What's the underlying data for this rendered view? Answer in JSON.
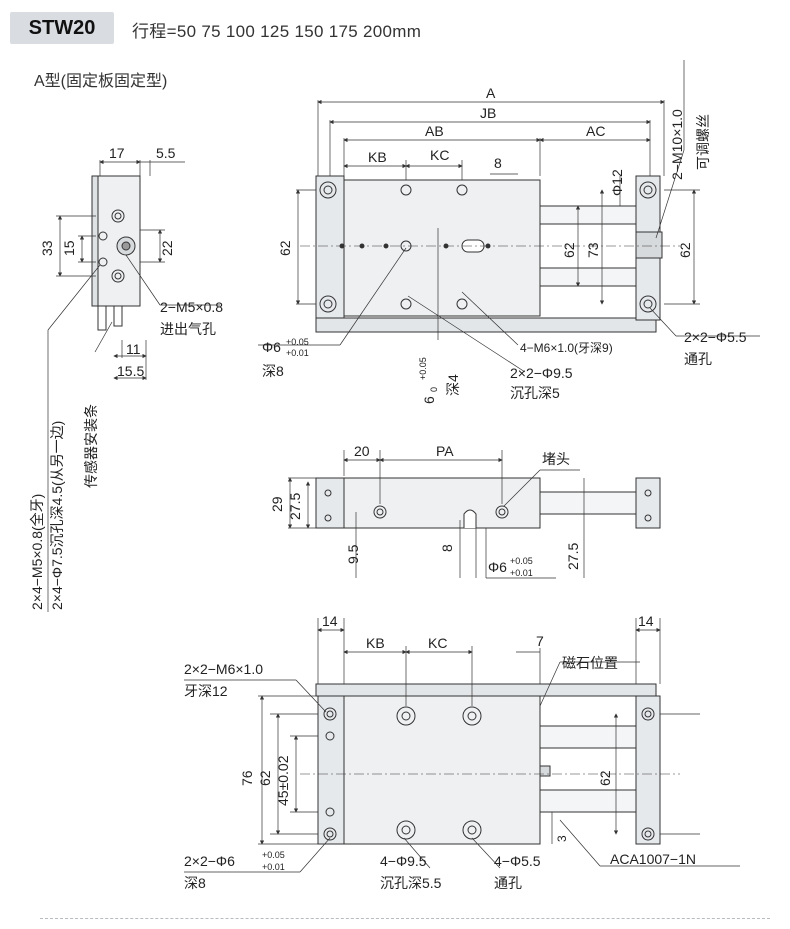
{
  "header": {
    "model": "STW20",
    "stroke_text": "行程=50  75  100  125  150  175  200mm"
  },
  "type_label": "A型(固定板固定型)",
  "side_view": {
    "dim_17": "17",
    "dim_5_5": "5.5",
    "dim_33": "33",
    "dim_15": "15",
    "dim_22": "22",
    "port_label": "2−M5×0.8",
    "port_desc": "进出气孔",
    "dim_11": "11",
    "dim_15_5": "15.5",
    "thread_full": "2×4−M5×0.8(全牙)",
    "thread_counterbore": "2×4−Φ7.5沉孔深4.5(从另一边)",
    "sensor_slot": "传感器安装条"
  },
  "top_view": {
    "dim_A": "A",
    "dim_JB": "JB",
    "dim_AB": "AB",
    "dim_AC": "AC",
    "dim_KB": "KB",
    "dim_KC": "KC",
    "dim_8": "8",
    "dim_phi12": "Φ12",
    "dim_62_left": "62",
    "dim_62_mid": "62",
    "dim_73": "73",
    "dim_62_right": "62",
    "adjust_screw": "2−M10×1.0",
    "adjust_screw_desc": "可调螺丝",
    "pin_hole": "Φ6",
    "pin_tol_upper": "+0.05",
    "pin_tol_lower": "+0.01",
    "pin_depth": "深8",
    "slot_width": "6",
    "slot_tol_upper": "+0.05",
    "slot_tol_lower": "0",
    "slot_depth": "深4",
    "tap_label": "4−M6×1.0(牙深9)",
    "cbore_label": "2×2−Φ9.5",
    "cbore_depth": "沉孔深5",
    "thru_label": "2×2−Φ5.5",
    "thru_desc": "通孔"
  },
  "front_view": {
    "dim_20": "20",
    "dim_PA": "PA",
    "plug": "堵头",
    "dim_29": "29",
    "dim_27_5_left": "27.5",
    "dim_9_5": "9.5",
    "dim_8": "8",
    "pin_hole": "Φ6",
    "pin_tol_upper": "+0.05",
    "pin_tol_lower": "+0.01",
    "dim_27_5_right": "27.5"
  },
  "bottom_view": {
    "dim_14_left": "14",
    "dim_14_right": "14",
    "dim_KB": "KB",
    "dim_KC": "KC",
    "dim_7": "7",
    "magnet_pos": "磁石位置",
    "tap_label": "2×2−M6×1.0",
    "tap_depth": "牙深12",
    "dim_76": "76",
    "dim_62_left": "62",
    "dim_45": "45±0.02",
    "dim_62_right": "62",
    "dim_3": "3",
    "pin_label": "2×2−Φ6",
    "pin_tol_upper": "+0.05",
    "pin_tol_lower": "+0.01",
    "pin_depth": "深8",
    "cbore_label": "4−Φ9.5",
    "cbore_depth": "沉孔深5.5",
    "thru_label": "4−Φ5.5",
    "thru_desc": "通孔",
    "sensor_model": "ACA1007−1N"
  }
}
